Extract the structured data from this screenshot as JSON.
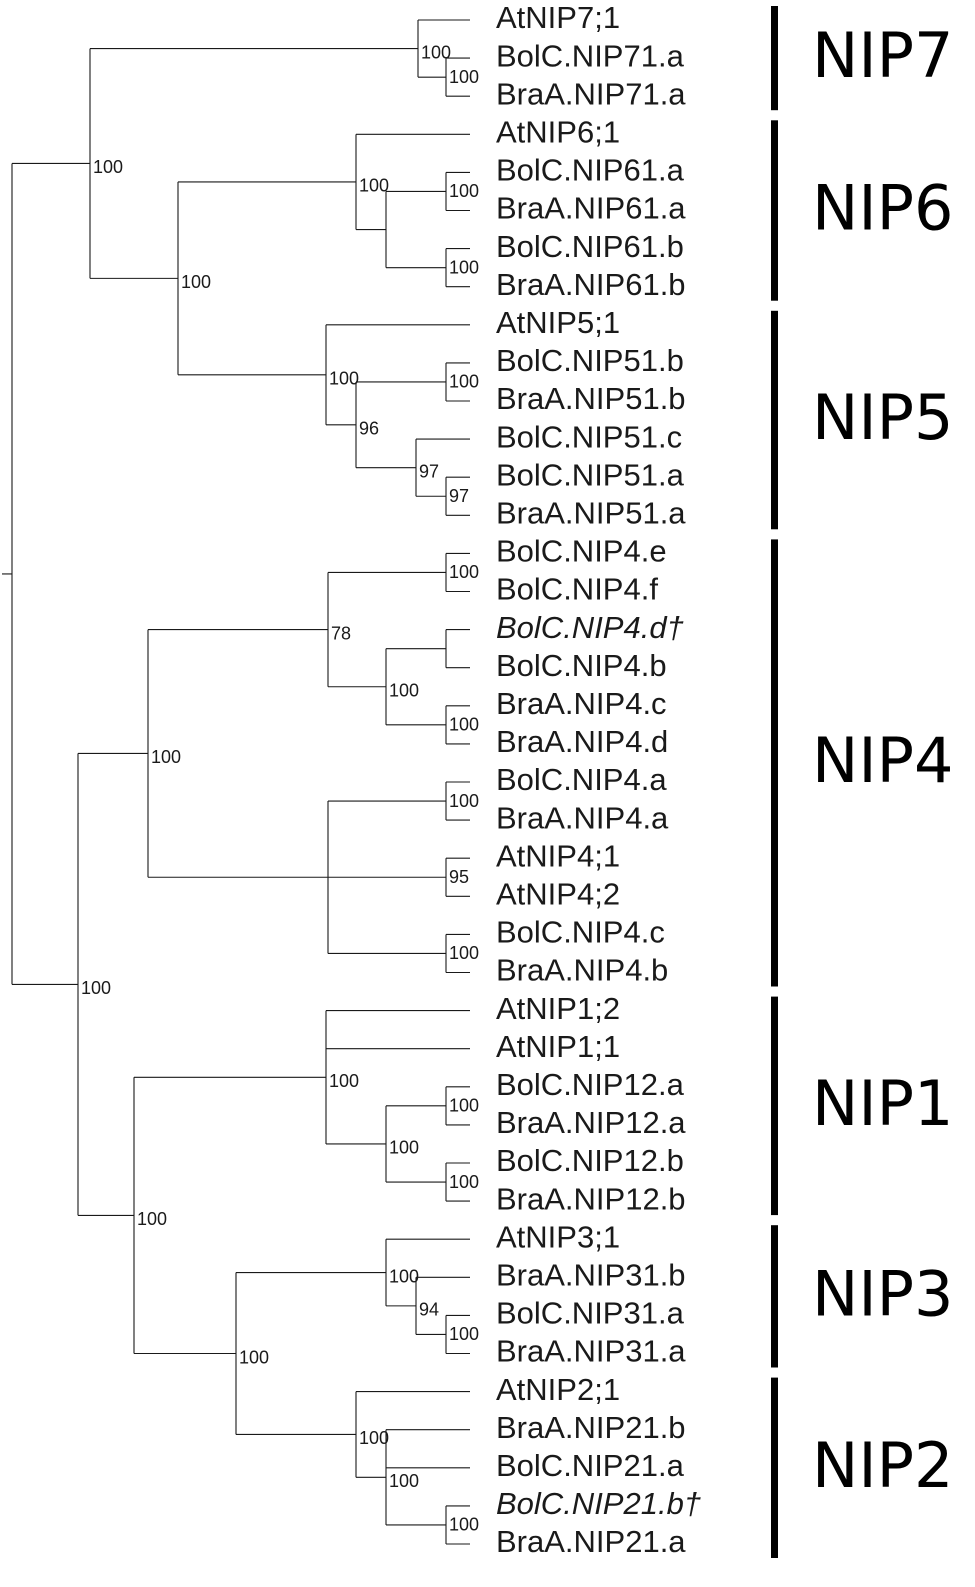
{
  "tree": {
    "n": "root",
    "c": [
      {
        "n": "A",
        "s": "100",
        "c": [
          {
            "n": "NIP7grp",
            "s": "100",
            "c": [
              {
                "leaf": "AtNIP7;1"
              },
              {
                "n": "nip71",
                "s": "100",
                "c": [
                  {
                    "leaf": "BolC.NIP71.a"
                  },
                  {
                    "leaf": "BraA.NIP71.a"
                  }
                ]
              }
            ]
          },
          {
            "n": "A2",
            "s": "100",
            "c": [
              {
                "n": "NIP6grp",
                "s": "100",
                "c": [
                  {
                    "leaf": "AtNIP6;1"
                  },
                  {
                    "n": "nip6sub",
                    "s": "",
                    "c": [
                      {
                        "n": "nip61a",
                        "s": "100",
                        "c": [
                          {
                            "leaf": "BolC.NIP61.a"
                          },
                          {
                            "leaf": "BraA.NIP61.a"
                          }
                        ]
                      },
                      {
                        "n": "nip61b",
                        "s": "100",
                        "c": [
                          {
                            "leaf": "BolC.NIP61.b"
                          },
                          {
                            "leaf": "BraA.NIP61.b"
                          }
                        ]
                      }
                    ]
                  }
                ]
              },
              {
                "n": "NIP5grp",
                "s": "100",
                "c": [
                  {
                    "leaf": "AtNIP5;1"
                  },
                  {
                    "n": "nip5sub",
                    "s": "96",
                    "c": [
                      {
                        "n": "nip51b",
                        "s": "100",
                        "c": [
                          {
                            "leaf": "BolC.NIP51.b"
                          },
                          {
                            "leaf": "BraA.NIP51.b"
                          }
                        ]
                      },
                      {
                        "n": "nip51ca",
                        "s": "97",
                        "c": [
                          {
                            "leaf": "BolC.NIP51.c"
                          },
                          {
                            "n": "nip51a",
                            "s": "97",
                            "c": [
                              {
                                "leaf": "BolC.NIP51.a"
                              },
                              {
                                "leaf": "BraA.NIP51.a"
                              }
                            ]
                          }
                        ]
                      }
                    ]
                  }
                ]
              }
            ]
          }
        ]
      },
      {
        "n": "B",
        "s": "100",
        "c": [
          {
            "n": "NIP4grp",
            "s": "100",
            "c": [
              {
                "n": "nip4x",
                "s": "78",
                "c": [
                  {
                    "n": "nip4ef",
                    "s": "100",
                    "c": [
                      {
                        "leaf": "BolC.NIP4.e"
                      },
                      {
                        "leaf": "BolC.NIP4.f"
                      }
                    ]
                  },
                  {
                    "n": "nip4y",
                    "s": "100",
                    "c": [
                      {
                        "n": "nip4db",
                        "s": "",
                        "c": [
                          {
                            "leaf": "BolC.NIP4.d†",
                            "italic": true
                          },
                          {
                            "leaf": "BolC.NIP4.b"
                          }
                        ]
                      },
                      {
                        "n": "nip4cd",
                        "s": "100",
                        "c": [
                          {
                            "leaf": "BraA.NIP4.c"
                          },
                          {
                            "leaf": "BraA.NIP4.d"
                          }
                        ]
                      }
                    ]
                  }
                ]
              },
              {
                "n": "nip4z",
                "s": "",
                "c": [
                  {
                    "n": "nip4a",
                    "s": "100",
                    "c": [
                      {
                        "leaf": "BolC.NIP4.a"
                      },
                      {
                        "leaf": "BraA.NIP4.a"
                      }
                    ]
                  },
                  {
                    "n": "atnip4",
                    "s": "95",
                    "c": [
                      {
                        "leaf": "AtNIP4;1"
                      },
                      {
                        "leaf": "AtNIP4;2"
                      }
                    ]
                  },
                  {
                    "n": "nip4cb",
                    "s": "100",
                    "c": [
                      {
                        "leaf": "BolC.NIP4.c"
                      },
                      {
                        "leaf": "BraA.NIP4.b"
                      }
                    ]
                  }
                ]
              }
            ]
          },
          {
            "n": "C",
            "s": "100",
            "c": [
              {
                "n": "NIP1grp",
                "s": "100",
                "c": [
                  {
                    "leaf": "AtNIP1;2"
                  },
                  {
                    "leaf": "AtNIP1;1"
                  },
                  {
                    "n": "nip1sub",
                    "s": "100",
                    "c": [
                      {
                        "n": "nip12a",
                        "s": "100",
                        "c": [
                          {
                            "leaf": "BolC.NIP12.a"
                          },
                          {
                            "leaf": "BraA.NIP12.a"
                          }
                        ]
                      },
                      {
                        "n": "nip12b",
                        "s": "100",
                        "c": [
                          {
                            "leaf": "BolC.NIP12.b"
                          },
                          {
                            "leaf": "BraA.NIP12.b"
                          }
                        ]
                      }
                    ]
                  }
                ]
              },
              {
                "n": "D",
                "s": "100",
                "c": [
                  {
                    "n": "NIP3grp",
                    "s": "100",
                    "c": [
                      {
                        "leaf": "AtNIP3;1"
                      },
                      {
                        "n": "nip31",
                        "s": "94",
                        "c": [
                          {
                            "leaf": "BraA.NIP31.b"
                          },
                          {
                            "n": "nip31a",
                            "s": "100",
                            "c": [
                              {
                                "leaf": "BolC.NIP31.a"
                              },
                              {
                                "leaf": "BraA.NIP31.a"
                              }
                            ]
                          }
                        ]
                      }
                    ]
                  },
                  {
                    "n": "NIP2grp",
                    "s": "100",
                    "c": [
                      {
                        "leaf": "AtNIP2;1"
                      },
                      {
                        "n": "nip21",
                        "s": "100",
                        "c": [
                          {
                            "leaf": "BraA.NIP21.b"
                          },
                          {
                            "leaf": "BolC.NIP21.a"
                          },
                          {
                            "n": "nip21b",
                            "s": "100",
                            "c": [
                              {
                                "leaf": "BolC.NIP21.b†",
                                "italic": true
                              },
                              {
                                "leaf": "BraA.NIP21.a"
                              }
                            ]
                          }
                        ]
                      }
                    ]
                  }
                ]
              }
            ]
          }
        ]
      }
    ]
  },
  "clades": [
    {
      "label": "NIP7",
      "first_leaf": 0,
      "last_leaf": 2
    },
    {
      "label": "NIP6",
      "first_leaf": 3,
      "last_leaf": 7
    },
    {
      "label": "NIP5",
      "first_leaf": 8,
      "last_leaf": 13
    },
    {
      "label": "NIP4",
      "first_leaf": 14,
      "last_leaf": 25
    },
    {
      "label": "NIP1",
      "first_leaf": 26,
      "last_leaf": 31
    },
    {
      "label": "NIP3",
      "first_leaf": 32,
      "last_leaf": 35
    },
    {
      "label": "NIP2",
      "first_leaf": 36,
      "last_leaf": 40
    }
  ]
}
